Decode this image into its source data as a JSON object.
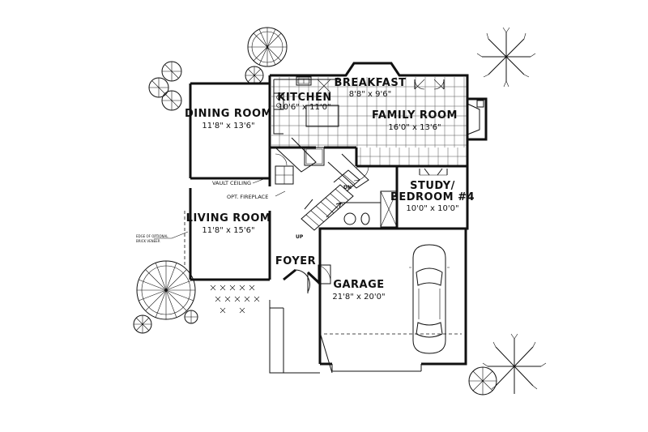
{
  "rooms": [
    {
      "id": "breakfast",
      "name": "BREAKFAST",
      "dims": "8'8\" x 9'6\""
    },
    {
      "id": "kitchen",
      "name": "KITCHEN",
      "dims": "10'6\" x 11'0\""
    },
    {
      "id": "dining-room",
      "name": "DINING ROOM",
      "dims": "11'8\" x 13'6\""
    },
    {
      "id": "family-room",
      "name": "FAMILY ROOM",
      "dims": "16'0\" x 13'6\""
    },
    {
      "id": "study",
      "name": "STUDY/",
      "name2": "BEDROOM #4",
      "dims": "10'0\" x 10'0\""
    },
    {
      "id": "living-room",
      "name": "LIVING ROOM",
      "dims": "11'8\" x 15'6\""
    },
    {
      "id": "foyer",
      "name": "FOYER"
    },
    {
      "id": "garage",
      "name": "GARAGE",
      "dims": "21'8\" x 20'0\""
    }
  ],
  "notes": {
    "vault_ceiling": "VAULT CEILING",
    "opt_fireplace": "OPT. FIREPLACE",
    "brick_line1": "EDGE OF OPTIONAL",
    "brick_line2": "BRICK VENEER",
    "stair_up": "UP",
    "stair_down": "DN"
  }
}
